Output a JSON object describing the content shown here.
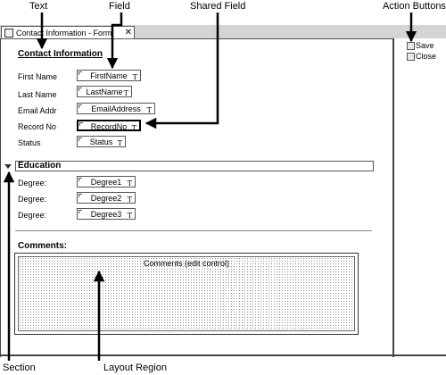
{
  "callouts": {
    "text": "Text",
    "field": "Field",
    "shared_field": "Shared Field",
    "action_buttons": "Action Buttons",
    "section": "Section",
    "layout_region": "Layout Region"
  },
  "tab": {
    "title": "Contact Information - Form",
    "close": "✕"
  },
  "actions": {
    "save": "Save",
    "close": "Close"
  },
  "contact": {
    "heading": "Contact Information",
    "labels": [
      "First Name",
      "Last Name",
      "Email Addr",
      "Record No",
      "Status"
    ],
    "fields": [
      "FirstName",
      "LastName",
      "EmailAddress",
      "RecordNo",
      "Status"
    ]
  },
  "education": {
    "heading": "Education",
    "labels": [
      "Degree:",
      "Degree:",
      "Degree:"
    ],
    "fields": [
      "Degree1",
      "Degree2",
      "Degree3"
    ]
  },
  "comments": {
    "heading": "Comments:",
    "control": "Comments (edit control)"
  },
  "field_type_marker": "T",
  "colors": {
    "chrome": "#d4d4d4",
    "border": "#555555",
    "arrow": "#000000"
  }
}
